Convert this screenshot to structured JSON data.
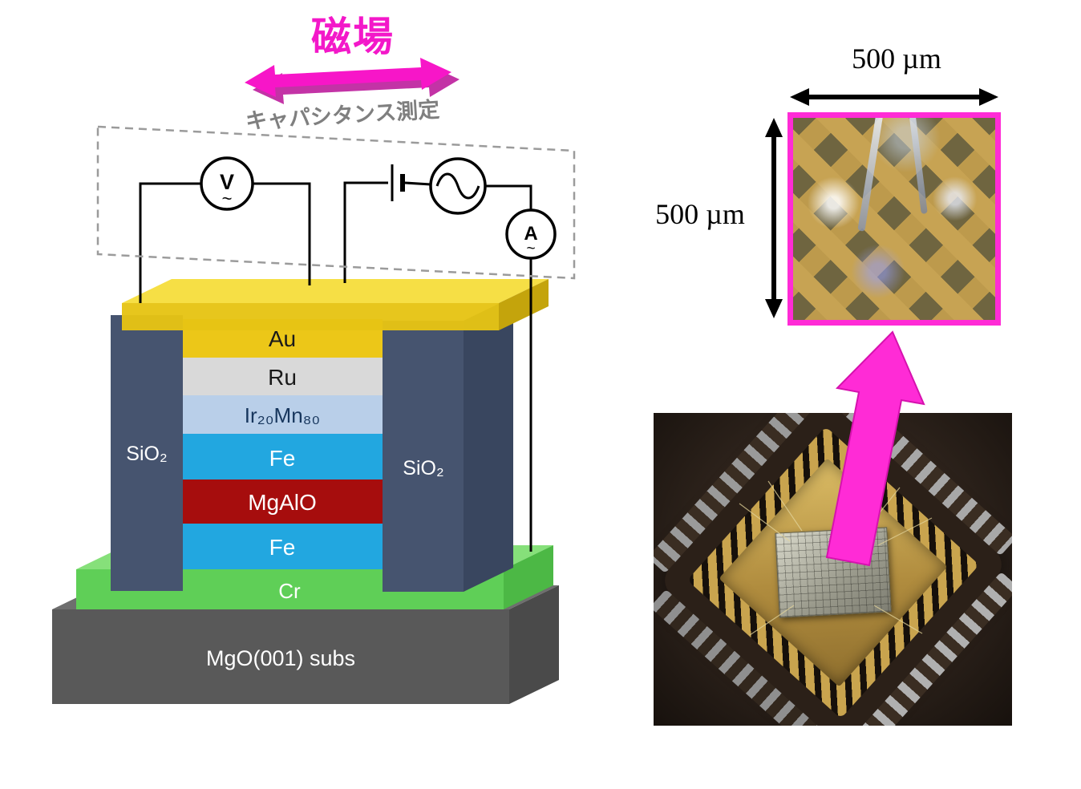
{
  "labels": {
    "magnetic_field": "磁場",
    "capacitance_measurement": "キャパシタンス測定"
  },
  "circuit": {
    "voltmeter": "V",
    "voltmeter_tilde": "~",
    "ammeter": "A",
    "ammeter_tilde": "~"
  },
  "stack": {
    "layers": [
      {
        "label": "Au",
        "color": "#e6c414"
      },
      {
        "label": "Ru",
        "color": "#d9d9d9"
      },
      {
        "label": "Ir₂₀Mn₈₀",
        "color": "#b9cfe9"
      },
      {
        "label": "Fe",
        "color": "#22a7e0"
      },
      {
        "label": "MgAlO",
        "color": "#a60d0d"
      },
      {
        "label": "Fe",
        "color": "#22a7e0"
      }
    ],
    "sio2_left": "SiO₂",
    "sio2_right": "SiO₂",
    "buffer": {
      "label": "Cr",
      "color": "#5fcf57"
    },
    "substrate": {
      "label": "MgO(001) subs",
      "color": "#595959"
    }
  },
  "micrograph": {
    "scale_horizontal": "500 µm",
    "scale_vertical": "500 µm",
    "border_color": "#ff2bd6"
  },
  "colors": {
    "field_magenta": "#f318c9",
    "arrow_magenta": "#ff2bd6",
    "sio2": "#46546f",
    "gold_electrode": "#e6c414"
  }
}
